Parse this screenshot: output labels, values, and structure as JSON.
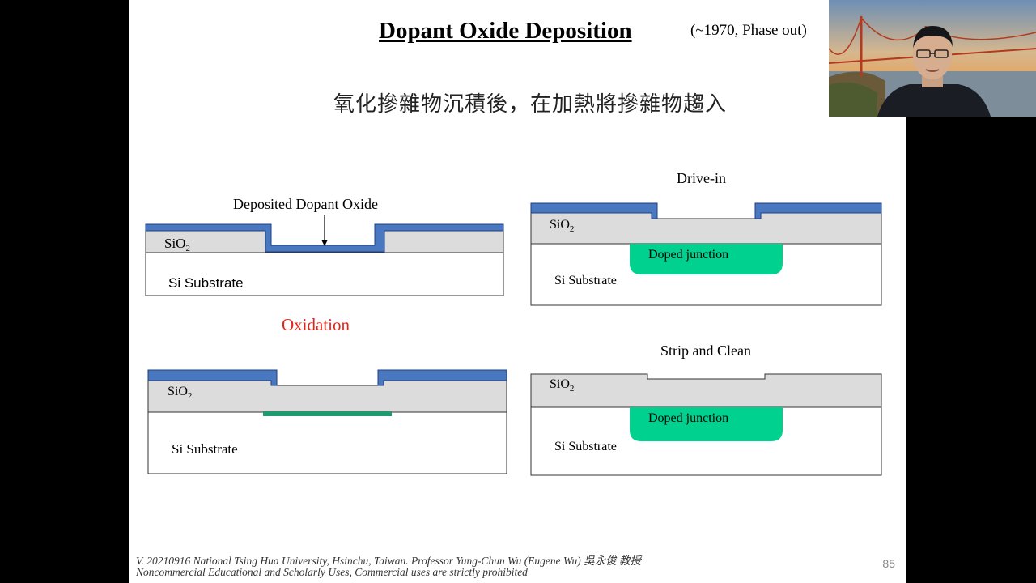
{
  "slide": {
    "title": "Dopant Oxide Deposition",
    "note": "(~1970, Phase out)",
    "subtitle_cn": "氧化摻雜物沉積後，在加熱將摻雜物趨入",
    "page_number": "85",
    "footer": {
      "line1": "V. 20210916 National Tsing Hua University, Hsinchu, Taiwan. Professor Yung-Chun Wu (Eugene Wu) 吳永俊 教授",
      "line2": "Noncommercial Educational and Scholarly Uses, Commercial uses are strictly prohibited"
    }
  },
  "diagrams": {
    "deposition": {
      "callout": "Deposited Dopant Oxide",
      "oxide_label": "SiO",
      "oxide_sub": "2",
      "substrate_label": "Si Substrate"
    },
    "oxidation": {
      "heading": "Oxidation",
      "oxide_label": "SiO",
      "oxide_sub": "2",
      "substrate_label": "Si Substrate"
    },
    "drive_in": {
      "heading": "Drive-in",
      "oxide_label": "SiO",
      "oxide_sub": "2",
      "junction_label": "Doped junction",
      "substrate_label": "Si Substrate"
    },
    "strip_clean": {
      "heading": "Strip and Clean",
      "oxide_label": "SiO",
      "oxide_sub": "2",
      "junction_label": "Doped junction",
      "substrate_label": "Si Substrate"
    }
  },
  "colors": {
    "dopant_oxide": "#4a78c0",
    "sio2": "#dcdcdc",
    "junction": "#00d18e",
    "dopant_layer": "#1f9a6e",
    "oxidation_heading": "#e0261a"
  },
  "webcam": {
    "icon": "presenter-video-feed"
  }
}
